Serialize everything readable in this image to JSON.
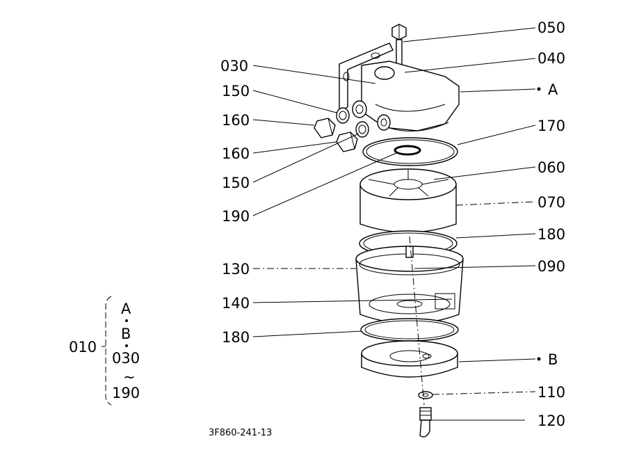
{
  "diagram": {
    "callouts": {
      "c050": "050",
      "c040": "040",
      "c030": "030",
      "cA": "A",
      "c150a": "150",
      "c160a": "160",
      "c170": "170",
      "c160b": "160",
      "c150b": "150",
      "c060": "060",
      "c190": "190",
      "c070": "070",
      "c180a": "180",
      "c130": "130",
      "c090": "090",
      "c140": "140",
      "c180b": "180",
      "cB": "B",
      "c110": "110",
      "c120": "120"
    },
    "assembly": {
      "number": "010",
      "line1": "A",
      "line2": "B",
      "line3": "030",
      "line4": "~",
      "line5": "190"
    },
    "drawing_id": "3F860-241-13"
  }
}
